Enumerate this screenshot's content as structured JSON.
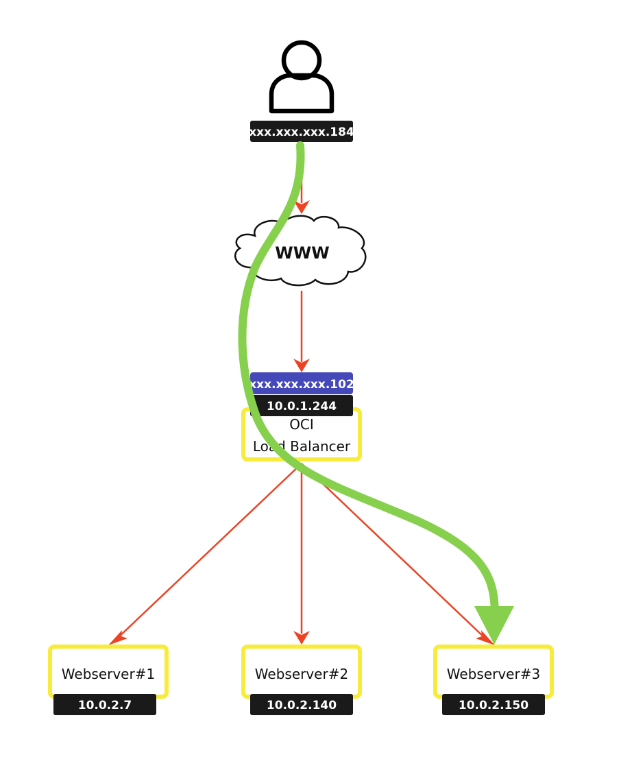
{
  "client": {
    "icon": "user-icon",
    "public_ip": "xxx.xxx.xxx.184"
  },
  "internet": {
    "icon": "cloud-icon",
    "label": "WWW"
  },
  "load_balancer": {
    "public_ip": "xxx.xxx.xxx.102",
    "private_ip": "10.0.1.244",
    "name_line1": "OCI",
    "name_line2": "Load Balancer"
  },
  "webservers": [
    {
      "name": "Webserver#1",
      "ip": "10.0.2.7"
    },
    {
      "name": "Webserver#2",
      "ip": "10.0.2.140"
    },
    {
      "name": "Webserver#3",
      "ip": "10.0.2.150"
    }
  ],
  "colors": {
    "connection_arrow": "#ec4324",
    "highlighted_flow": "#86d04e",
    "node_border": "#f7ec3b",
    "public_ip_badge": "#4548b8",
    "ip_badge": "#1a1a1a"
  }
}
